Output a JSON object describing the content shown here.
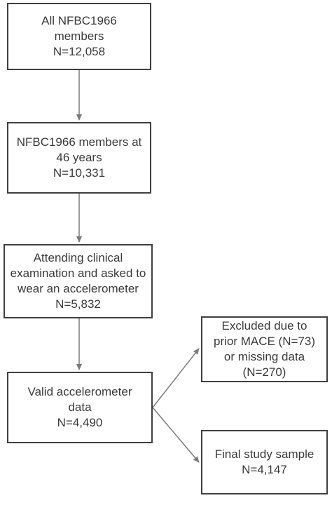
{
  "flow": {
    "boxes": [
      {
        "lines": [
          "All NFBC1966",
          "members",
          "N=12,058"
        ]
      },
      {
        "lines": [
          "NFBC1966 members at",
          "46 years",
          "N=10,331"
        ]
      },
      {
        "lines": [
          "Attending clinical",
          "examination and asked to",
          "wear an accelerometer",
          "N=5,832"
        ]
      },
      {
        "lines": [
          "Valid accelerometer",
          "data",
          "N=4,490"
        ]
      },
      {
        "lines": [
          "Excluded due to",
          "prior MACE (N=73)",
          "or missing data",
          "(N=270)"
        ]
      },
      {
        "lines": [
          "Final study sample",
          "N=4,147"
        ]
      }
    ]
  },
  "colors": {
    "border": "#3f3f3f",
    "arrow": "#7a7a7a",
    "text": "#3a3a3a"
  }
}
